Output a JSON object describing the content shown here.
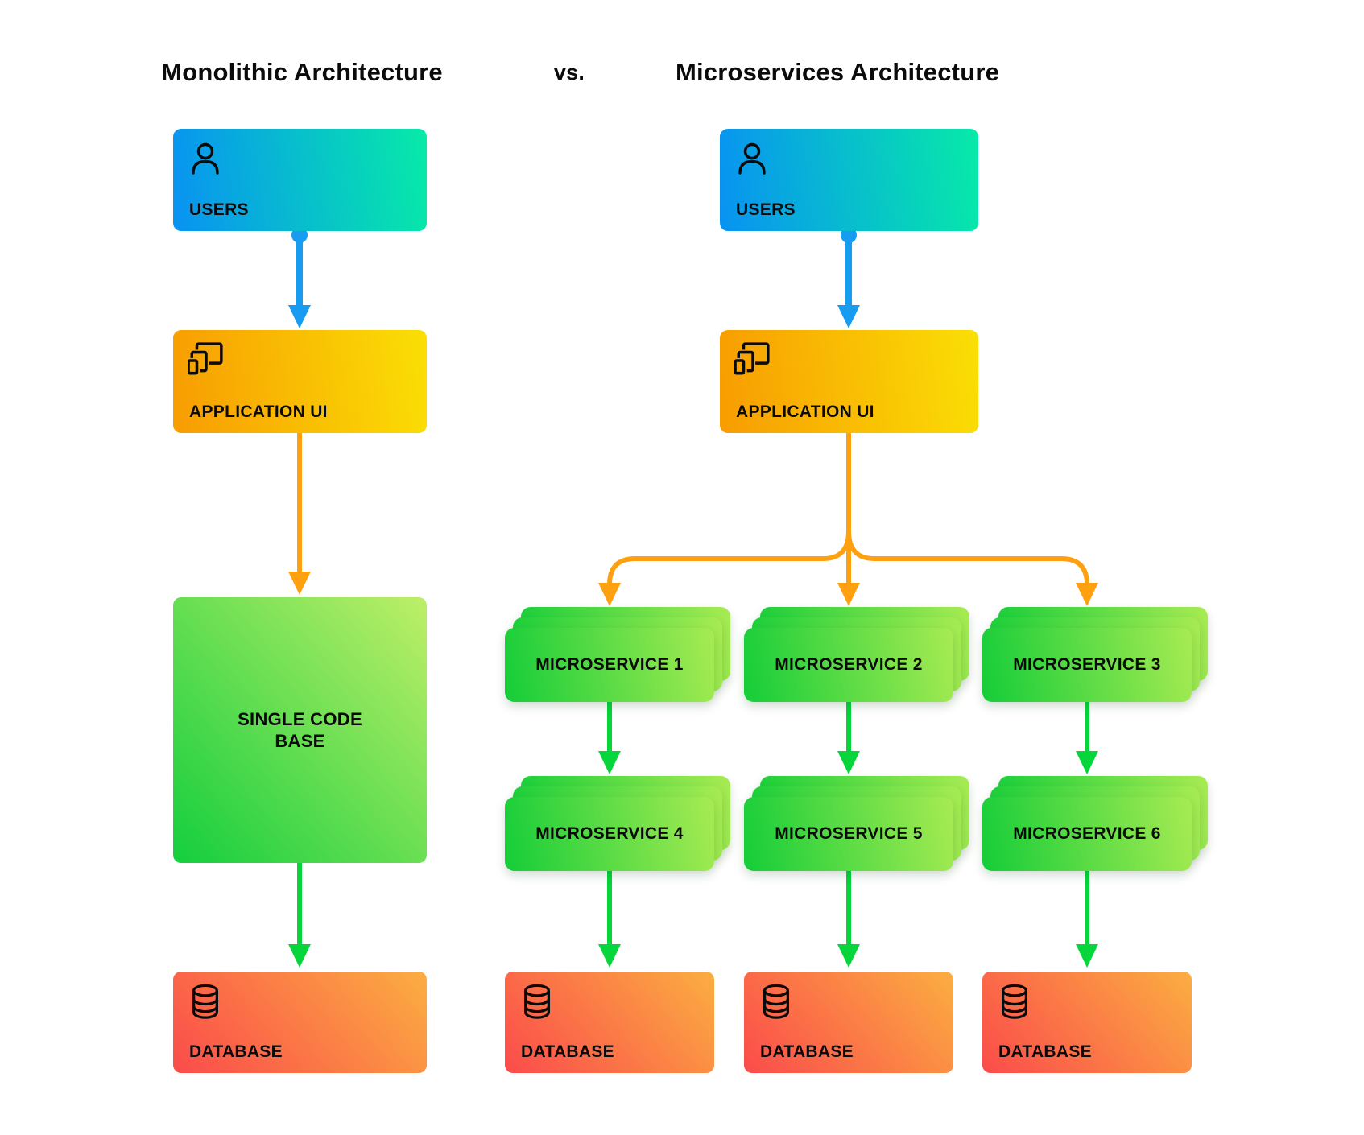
{
  "titles": {
    "monolithic": "Monolithic Architecture",
    "vs": "vs.",
    "microservices": "Microservices Architecture"
  },
  "monolith": {
    "users_label": "USERS",
    "app_ui_label": "APPLICATION UI",
    "code_base_label": "SINGLE CODE BASE",
    "database_label": "DATABASE"
  },
  "microservices": {
    "users_label": "USERS",
    "app_ui_label": "APPLICATION UI",
    "row1": [
      "MICROSERVICE 1",
      "MICROSERVICE 2",
      "MICROSERVICE 3"
    ],
    "row2": [
      "MICROSERVICE 4",
      "MICROSERVICE 5",
      "MICROSERVICE 6"
    ],
    "database_labels": [
      "DATABASE",
      "DATABASE",
      "DATABASE"
    ]
  },
  "icons": {
    "users": "user-icon",
    "app_ui": "app-windows-icon",
    "database": "database-icon"
  },
  "colors": {
    "users_gradient_start": "#0892F2",
    "users_gradient_end": "#07EAA8",
    "app_ui_gradient_start": "#F89C02",
    "app_ui_gradient_end": "#FADF04",
    "code_gradient_start": "#13CE3E",
    "code_gradient_end": "#BEEF68",
    "service_gradient_start": "#14CD39",
    "service_gradient_end": "#A8EB52",
    "database_gradient_start": "#FB4B4B",
    "database_gradient_end": "#FBAE41",
    "arrow_blue": "#189CF2",
    "arrow_orange": "#FFA011",
    "arrow_green": "#06D53C",
    "text": "#111111",
    "background": "#FFFFFF"
  }
}
